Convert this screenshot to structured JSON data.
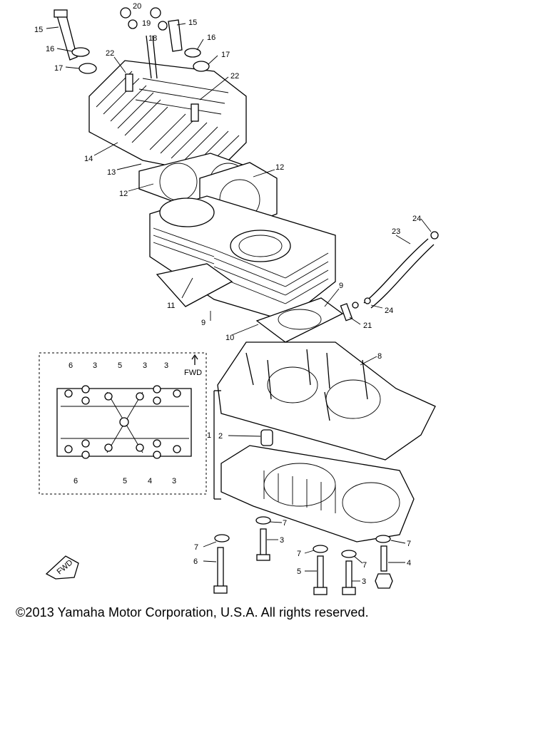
{
  "callouts": {
    "n1": "1",
    "n2": "2",
    "n3": "3",
    "n4": "4",
    "n5": "5",
    "n6": "6",
    "n7": "7",
    "n8": "8",
    "n9": "9",
    "n10": "10",
    "n11": "11",
    "n12": "12",
    "n13": "13",
    "n14": "14",
    "n15": "15",
    "n16": "16",
    "n17": "17",
    "n18": "18",
    "n19": "19",
    "n20": "20",
    "n21": "21",
    "n22": "22",
    "n23": "23",
    "n24": "24"
  },
  "inset": {
    "fwd_label": "FWD"
  },
  "footer": {
    "copyright": "©2013 Yamaha Motor Corporation, U.S.A. All rights reserved."
  }
}
